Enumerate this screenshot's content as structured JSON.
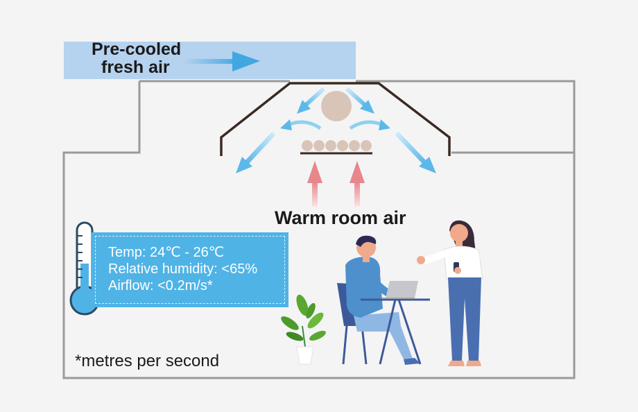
{
  "duct": {
    "line1": "Pre-cooled",
    "line2": "fresh air"
  },
  "return_air_label": "Warm room air",
  "conditions": {
    "temp": "Temp: 24℃ - 26℃",
    "humidity": "Relative humidity: <65%",
    "airflow": "Airflow: <0.2m/s*"
  },
  "footnote": "*metres per second",
  "icons": [
    "air-duct",
    "fan-disc",
    "cooling-coil",
    "thermometer-icon",
    "potted-plant",
    "man-at-laptop",
    "woman-with-phone"
  ],
  "colors": {
    "duct": "#b5d2ef",
    "cool_arrow": "#5cb8e8",
    "warm_arrow": "#e8868b",
    "panel": "#4fb3e6",
    "outline": "#9a9a9a",
    "hood": "#3a2a22",
    "fan": "#d9c5b7"
  }
}
